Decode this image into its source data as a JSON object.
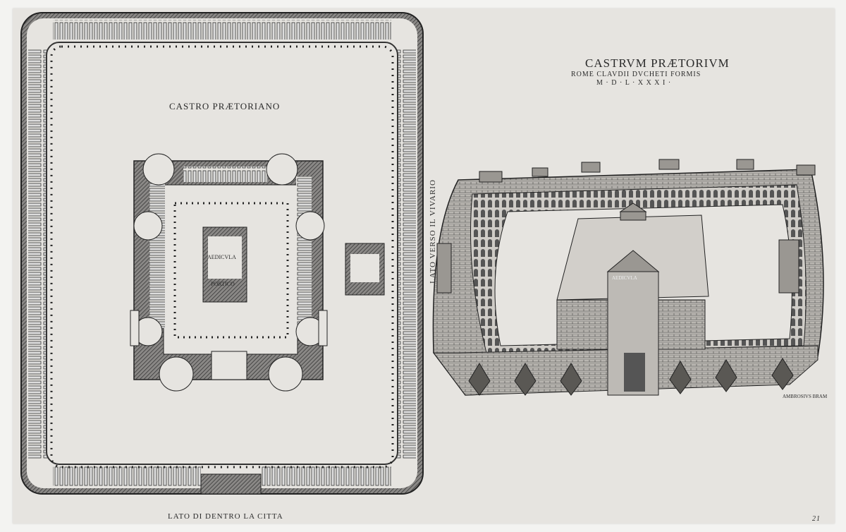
{
  "left_plan": {
    "title": "CASTRO PRÆTORIANO",
    "aedicula": "AEDICVLA",
    "portico": "PORTICO",
    "side_label": "LATO VERSO IL VIVARIO",
    "bottom_label": "LATO DI DENTRO LA CITTA"
  },
  "right_view": {
    "title": "CASTRVM PRÆTORIVM",
    "subtitle": "ROME CLAVDII DVCHETI FORMIS",
    "date": "M · D · L · X X X I ·",
    "inscription": "AEDICVLA",
    "signature": "AMBROSIVS BRAM"
  },
  "page_number": "21",
  "colors": {
    "paper": "#e6e4e0",
    "ink": "#2a2a2a"
  }
}
